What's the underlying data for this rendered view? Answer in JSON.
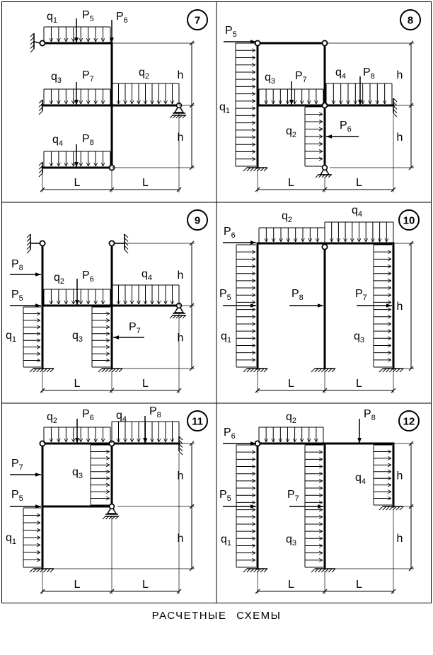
{
  "caption": "РАСЧЕТНЫЕ СХЕМЫ",
  "dims": {
    "h": "h",
    "L": "L"
  },
  "schemes": [
    {
      "number": "7",
      "loads": {
        "q1": {
          "b": "q",
          "s": "1"
        },
        "q2": {
          "b": "q",
          "s": "2"
        },
        "q3": {
          "b": "q",
          "s": "3"
        },
        "q4": {
          "b": "q",
          "s": "4"
        },
        "P5": {
          "b": "P",
          "s": "5"
        },
        "P6": {
          "b": "P",
          "s": "6"
        },
        "P7": {
          "b": "P",
          "s": "7"
        },
        "P8": {
          "b": "P",
          "s": "8"
        }
      }
    },
    {
      "number": "8",
      "loads": {
        "P5": {
          "b": "P",
          "s": "5"
        },
        "q3": {
          "b": "q",
          "s": "3"
        },
        "P7": {
          "b": "P",
          "s": "7"
        },
        "q4": {
          "b": "q",
          "s": "4"
        },
        "P8": {
          "b": "P",
          "s": "8"
        },
        "q1": {
          "b": "q",
          "s": "1"
        },
        "q2": {
          "b": "q",
          "s": "2"
        },
        "P6": {
          "b": "P",
          "s": "6"
        }
      }
    },
    {
      "number": "9",
      "loads": {
        "P8": {
          "b": "P",
          "s": "8"
        },
        "q2": {
          "b": "q",
          "s": "2"
        },
        "P6": {
          "b": "P",
          "s": "6"
        },
        "q4": {
          "b": "q",
          "s": "4"
        },
        "P5": {
          "b": "P",
          "s": "5"
        },
        "q1": {
          "b": "q",
          "s": "1"
        },
        "q3": {
          "b": "q",
          "s": "3"
        },
        "P7": {
          "b": "P",
          "s": "7"
        }
      }
    },
    {
      "number": "10",
      "loads": {
        "q2": {
          "b": "q",
          "s": "2"
        },
        "q4": {
          "b": "q",
          "s": "4"
        },
        "P6": {
          "b": "P",
          "s": "6"
        },
        "P5": {
          "b": "P",
          "s": "5"
        },
        "P8": {
          "b": "P",
          "s": "8"
        },
        "P7": {
          "b": "P",
          "s": "7"
        },
        "q1": {
          "b": "q",
          "s": "1"
        },
        "q3": {
          "b": "q",
          "s": "3"
        }
      }
    },
    {
      "number": "11",
      "loads": {
        "q2": {
          "b": "q",
          "s": "2"
        },
        "P6": {
          "b": "P",
          "s": "6"
        },
        "q4": {
          "b": "q",
          "s": "4"
        },
        "P8": {
          "b": "P",
          "s": "8"
        },
        "P7": {
          "b": "P",
          "s": "7"
        },
        "q3": {
          "b": "q",
          "s": "3"
        },
        "P5": {
          "b": "P",
          "s": "5"
        },
        "q1": {
          "b": "q",
          "s": "1"
        }
      }
    },
    {
      "number": "12",
      "loads": {
        "q2": {
          "b": "q",
          "s": "2"
        },
        "P8": {
          "b": "P",
          "s": "8"
        },
        "P6": {
          "b": "P",
          "s": "6"
        },
        "q4": {
          "b": "q",
          "s": "4"
        },
        "P5": {
          "b": "P",
          "s": "5"
        },
        "P7": {
          "b": "P",
          "s": "7"
        },
        "q1": {
          "b": "q",
          "s": "1"
        },
        "q3": {
          "b": "q",
          "s": "3"
        }
      }
    }
  ]
}
